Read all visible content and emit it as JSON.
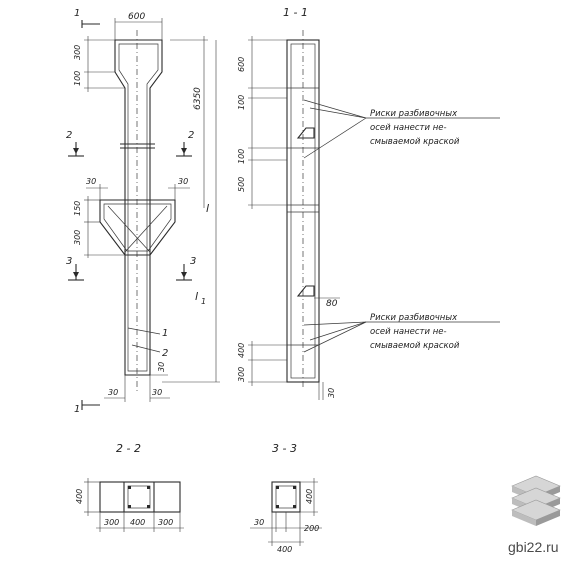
{
  "views": {
    "elevation": {
      "dim_top_width": "600",
      "dim_top_height": "300",
      "dim_top_chamfer": "100",
      "dim_total_height": "6350",
      "dim_bracket_left": "30",
      "dim_bracket_right": "30",
      "dim_bracket_150": "150",
      "dim_bracket_300": "300",
      "dim_bottom_left": "30",
      "dim_bottom_right": "30",
      "dim_bottom_height": "30",
      "dim_l1": "l",
      "dim_l1_sub": "1",
      "dim_l": "l",
      "marker_1": "1",
      "marker_1b": "1",
      "marker_2": "2",
      "marker_2b": "2",
      "marker_3": "3",
      "marker_3b": "3",
      "callout_1": "1",
      "callout_2": "2"
    },
    "section_1_1": {
      "title": "1 - 1",
      "dim_600": "600",
      "dim_100a": "100",
      "dim_100b": "100",
      "dim_500": "500",
      "dim_400": "400",
      "dim_300": "300",
      "dim_80": "80",
      "dim_30": "30",
      "note1_line1": "Риски разбивочных",
      "note1_line2": "осей нанести не-",
      "note1_line3": "смываемой краской",
      "note2_line1": "Риски разбивочных",
      "note2_line2": "осей нанести не-",
      "note2_line3": "смываемой краской"
    },
    "section_2_2": {
      "title": "2 - 2",
      "dim_400h": "400",
      "dim_300a": "300",
      "dim_400w": "400",
      "dim_300b": "300"
    },
    "section_3_3": {
      "title": "3 - 3",
      "dim_400h": "400",
      "dim_30": "30",
      "dim_200": "200",
      "dim_400w": "400"
    }
  },
  "watermark": {
    "text": "gbi22.ru",
    "logo": "stacked-slabs-logo"
  }
}
